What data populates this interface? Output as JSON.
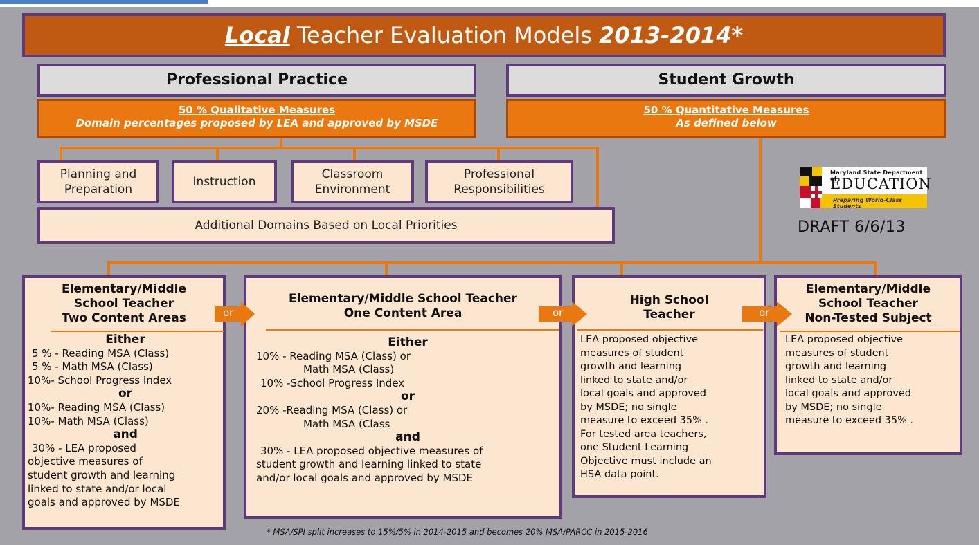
{
  "title": {
    "local": "Local",
    "rest": "Teacher Evaluation Models",
    "years": "2013-2014*"
  },
  "left_header": "Professional Practice",
  "right_header": "Student Growth",
  "left_measures": {
    "line1": "50 %  Qualitative Measures",
    "line2": "Domain percentages proposed by LEA and approved by MSDE"
  },
  "right_measures": {
    "line1": "50 %  Quantitative Measures",
    "line2": "As defined below"
  },
  "domains": [
    {
      "line1": "Planning and",
      "line2": "Preparation"
    },
    {
      "line1": "Instruction",
      "line2": ""
    },
    {
      "line1": "Classroom",
      "line2": "Environment"
    },
    {
      "line1": "Professional",
      "line2": "Responsibilities"
    }
  ],
  "additional_domains": "Additional Domains Based on Local Priorities",
  "logo": {
    "line1": "Maryland State Department of",
    "line2": "EDUCATION",
    "tagline": "Preparing World-Class Students"
  },
  "draft": "DRAFT 6/6/13",
  "or_label": "or",
  "cards": [
    {
      "head": [
        "Elementary/Middle",
        "School Teacher",
        "Two Content Areas"
      ],
      "lines": [
        "Either",
        "5 % - Reading MSA (Class)",
        "5 % - Math MSA (Class)",
        "10%- School  Progress Index",
        "or",
        "10%- Reading MSA (Class)",
        "10%- Math MSA (Class)",
        "and",
        "30% - LEA proposed",
        "objective measures of",
        "student growth and learning",
        "linked to state and/or local",
        "goals and approved by MSDE"
      ]
    },
    {
      "head": [
        "Elementary/Middle School Teacher",
        "One Content Area"
      ],
      "lines": [
        "Either",
        "10% - Reading MSA (Class) or",
        "Math MSA (Class)",
        "10% -School  Progress Index",
        "or",
        "20%  -Reading MSA (Class) or",
        "Math MSA (Class",
        "and",
        "30% - LEA proposed objective measures of",
        "student growth and learning linked to state",
        "and/or local goals and approved by MSDE"
      ]
    },
    {
      "head": [
        "High School",
        "Teacher"
      ],
      "lines": [
        "LEA proposed objective",
        "measures of student",
        "growth  and learning",
        "linked to state and/or",
        "local goals and approved",
        "by MSDE; no single",
        "measure to exceed 35% .",
        "For tested area teachers,",
        "one Student Learning",
        "Objective must include an",
        "HSA data point."
      ]
    },
    {
      "head": [
        "Elementary/Middle",
        "School Teacher",
        "Non-Tested Subject"
      ],
      "lines": [
        "LEA proposed objective",
        "measures of student",
        "growth and learning",
        "linked to state and/or",
        "local goals and approved",
        "by MSDE; no single",
        "measure to exceed 35% ."
      ]
    }
  ],
  "footnote": "* MSA/SPI  split increases to 15%/5% in 2014-2015 and becomes 20% MSA/PARCC in 2015-2016"
}
